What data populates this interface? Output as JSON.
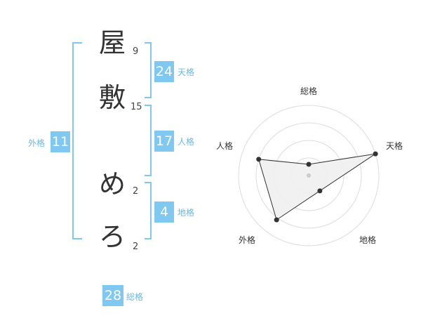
{
  "name_chars": [
    {
      "char": "屋",
      "strokes": "9"
    },
    {
      "char": "敷",
      "strokes": "15"
    },
    {
      "char": "め",
      "strokes": "2"
    },
    {
      "char": "ろ",
      "strokes": "2"
    }
  ],
  "fortunes": {
    "tenkaku": {
      "label": "天格",
      "value": "24"
    },
    "jinkaku": {
      "label": "人格",
      "value": "17"
    },
    "chikaku": {
      "label": "地格",
      "value": "4"
    },
    "gaikaku": {
      "label": "外格",
      "value": "11"
    },
    "soukaku": {
      "label": "総格",
      "value": "28"
    }
  },
  "colors": {
    "accent": "#7ec8f2",
    "bracket": "#7ec8f2",
    "radar_fill": "#f0f0f0",
    "radar_line": "#333333"
  },
  "radar": {
    "axes": [
      "総格",
      "天格",
      "地格",
      "外格",
      "人格"
    ],
    "levels": 4,
    "values": [
      0.16,
      1.0,
      0.27,
      0.78,
      0.75
    ]
  }
}
